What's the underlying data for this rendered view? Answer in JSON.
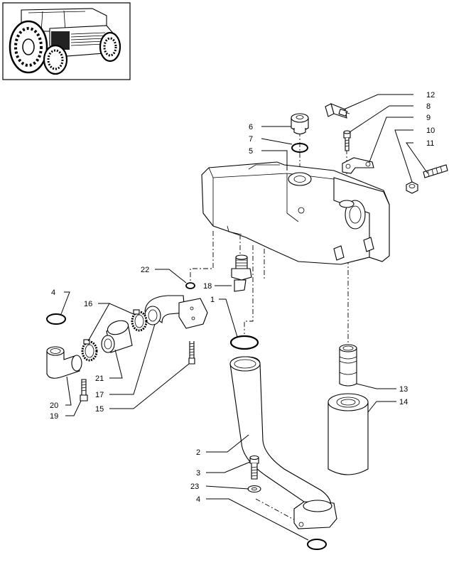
{
  "thumbnail": {
    "icon": "tractor-thumbnail-icon"
  },
  "callouts": [
    {
      "id": "c12",
      "text": "12"
    },
    {
      "id": "c8",
      "text": "8"
    },
    {
      "id": "c9",
      "text": "9"
    },
    {
      "id": "c10",
      "text": "10"
    },
    {
      "id": "c11",
      "text": "11"
    },
    {
      "id": "c6",
      "text": "6"
    },
    {
      "id": "c7",
      "text": "7"
    },
    {
      "id": "c5",
      "text": "5"
    },
    {
      "id": "c22",
      "text": "22"
    },
    {
      "id": "c18",
      "text": "18"
    },
    {
      "id": "c4a",
      "text": "4"
    },
    {
      "id": "c16",
      "text": "16"
    },
    {
      "id": "c1",
      "text": "1"
    },
    {
      "id": "c21",
      "text": "21"
    },
    {
      "id": "c17",
      "text": "17"
    },
    {
      "id": "c20",
      "text": "20"
    },
    {
      "id": "c19",
      "text": "19"
    },
    {
      "id": "c15",
      "text": "15"
    },
    {
      "id": "c13",
      "text": "13"
    },
    {
      "id": "c14",
      "text": "14"
    },
    {
      "id": "c2",
      "text": "2"
    },
    {
      "id": "c3",
      "text": "3"
    },
    {
      "id": "c23",
      "text": "23"
    },
    {
      "id": "c4b",
      "text": "4"
    }
  ]
}
